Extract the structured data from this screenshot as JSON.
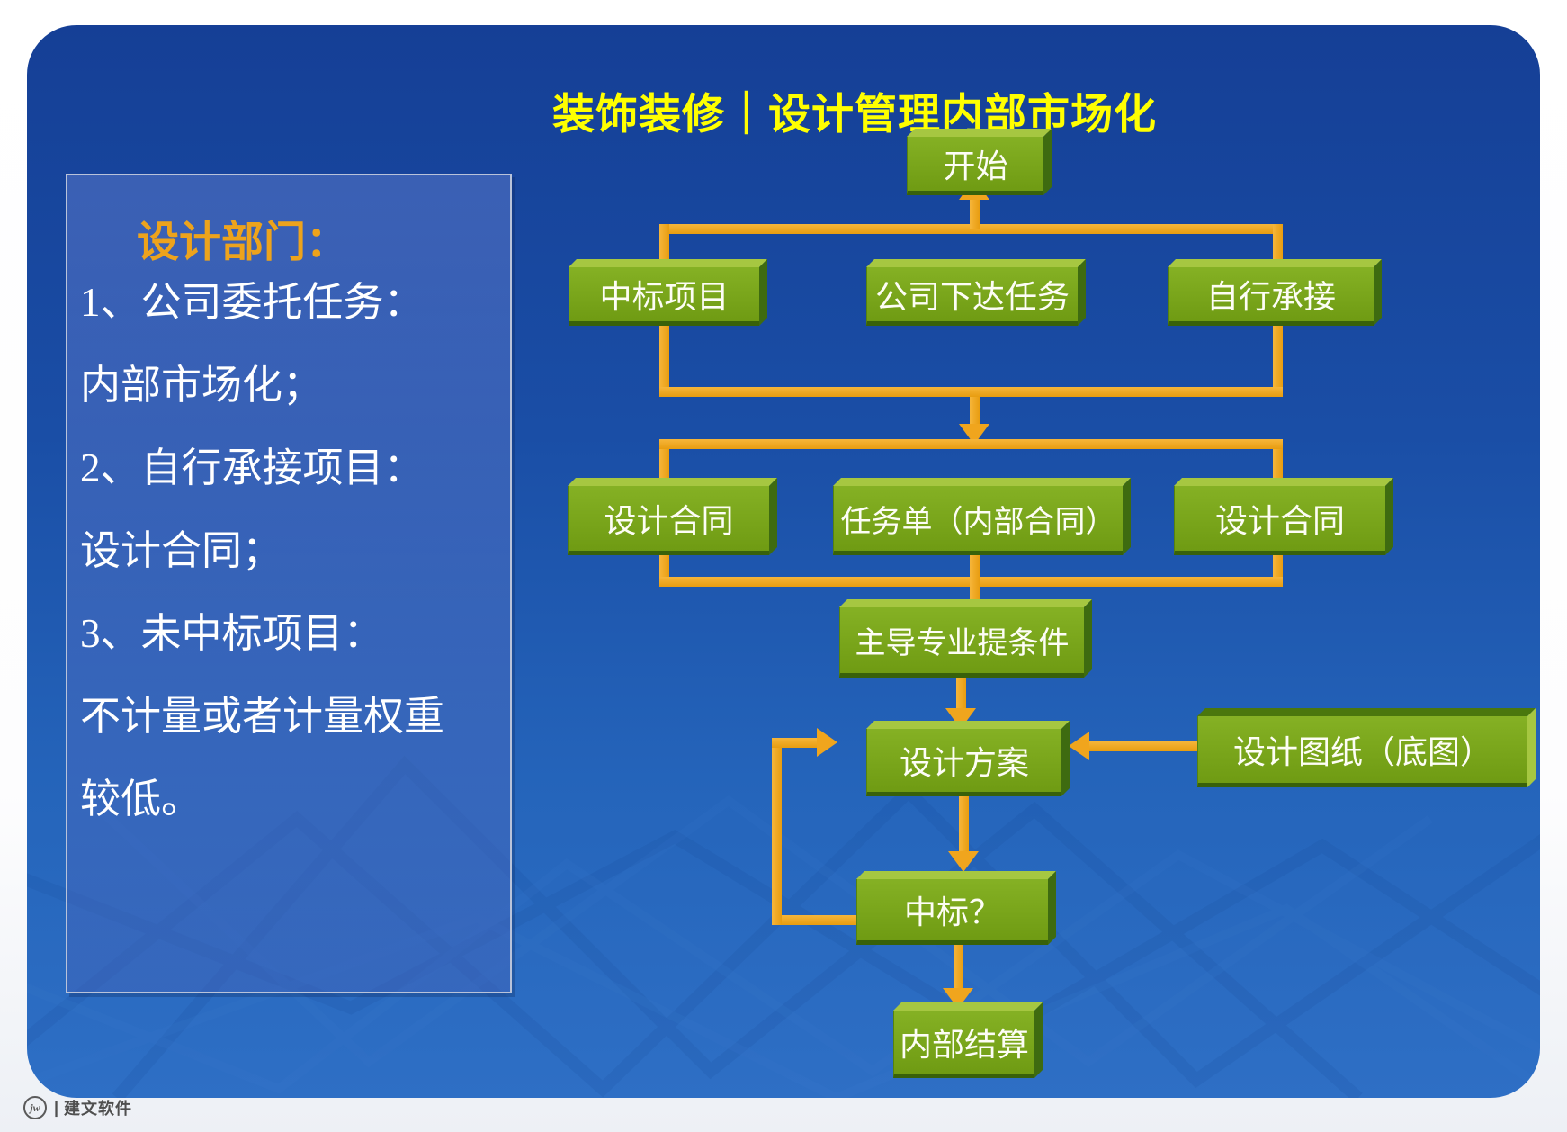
{
  "title": "装饰装修｜设计管理内部市场化",
  "panel": {
    "heading": "设计部门：",
    "lines": [
      "1、公司委托任务：",
      "内部市场化；",
      "2、自行承接项目：",
      "设计合同；",
      "3、未中标项目：",
      "不计量或者计量权重",
      "较低。"
    ]
  },
  "nodes": {
    "start": {
      "label": "开始"
    },
    "bid_won": {
      "label": "中标项目"
    },
    "company_task": {
      "label": "公司下达任务"
    },
    "self_undertake": {
      "label": "自行承接"
    },
    "design_contract_left": {
      "label": "设计合同"
    },
    "task_order": {
      "label": "任务单（内部合同）"
    },
    "design_contract_right": {
      "label": "设计合同"
    },
    "lead_conditions": {
      "label": "主导专业提条件"
    },
    "design_scheme": {
      "label": "设计方案"
    },
    "design_drawing": {
      "label": "设计图纸（底图）"
    },
    "bid_question": {
      "label": "中标？"
    },
    "internal_settlement": {
      "label": "内部结算"
    }
  },
  "footer": {
    "monogram": "jw",
    "separator": "|",
    "company": "建文软件"
  },
  "colors": {
    "background_top": "#153f96",
    "background_bottom": "#2e6fc5",
    "frame": "#ffffff",
    "title": "#ffff00",
    "panel_heading": "#eda31c",
    "panel_text": "#ffffff",
    "panel_border": "#b9c3da",
    "node_face": "#76a317",
    "node_bevel_top": "#a6c741",
    "node_bevel_side": "#3e6b10",
    "node_text": "#fdfdf5",
    "connector": "#f0a51d",
    "footer_text": "#4f4f4f"
  }
}
